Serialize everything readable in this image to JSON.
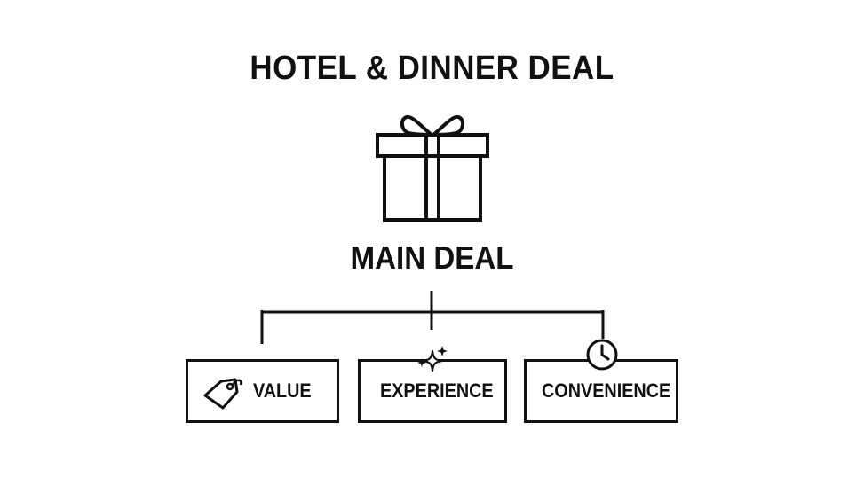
{
  "title": "HOTEL & DINNER DEAL",
  "main_node": {
    "label": "MAIN DEAL",
    "icon": "gift-icon"
  },
  "children": [
    {
      "label": "VALUE",
      "icon": "price-tag-icon"
    },
    {
      "label": "EXPERIENCE",
      "icon": "sparkle-icon"
    },
    {
      "label": "CONVENIENCE",
      "icon": "clock-icon"
    }
  ],
  "colors": {
    "stroke": "#111111",
    "background": "#ffffff"
  }
}
